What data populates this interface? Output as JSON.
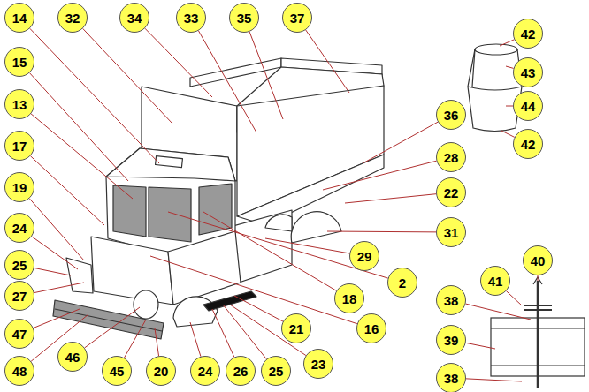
{
  "diagram": {
    "nodes": [
      {
        "text": [
          "14"
        ]
      },
      {
        "text": [
          "32"
        ]
      },
      {
        "text": [
          "34"
        ]
      },
      {
        "text": [
          "33"
        ]
      },
      {
        "text": [
          "35"
        ]
      },
      {
        "text": [
          "37"
        ]
      },
      {
        "text": [
          "42"
        ]
      },
      {
        "text": [
          "15"
        ]
      },
      {
        "text": [
          "43"
        ]
      },
      {
        "text": [
          "13"
        ]
      },
      {
        "text": [
          "44"
        ]
      },
      {
        "text": [
          "36"
        ]
      },
      {
        "text": [
          "42"
        ]
      },
      {
        "text": [
          "17"
        ]
      },
      {
        "text": [
          "28"
        ]
      },
      {
        "text": [
          "19"
        ]
      },
      {
        "text": [
          "22"
        ]
      },
      {
        "text": [
          "24"
        ]
      },
      {
        "text": [
          "31"
        ]
      },
      {
        "text": [
          "29"
        ]
      },
      {
        "text": [
          "40"
        ]
      },
      {
        "text": [
          "25"
        ]
      },
      {
        "text": [
          "41"
        ]
      },
      {
        "text": [
          "2"
        ]
      },
      {
        "text": [
          "27"
        ]
      },
      {
        "text": [
          "18"
        ]
      },
      {
        "text": [
          "38"
        ]
      },
      {
        "text": [
          "21"
        ]
      },
      {
        "text": [
          "16"
        ]
      },
      {
        "text": [
          "47"
        ]
      },
      {
        "text": [
          "39"
        ]
      },
      {
        "text": [
          "46"
        ]
      },
      {
        "text": [
          "23"
        ]
      },
      {
        "text": [
          "48"
        ]
      },
      {
        "text": [
          "45"
        ]
      },
      {
        "text": [
          "20"
        ]
      },
      {
        "text": [
          "24"
        ]
      },
      {
        "text": [
          "26"
        ]
      },
      {
        "text": [
          "25"
        ]
      },
      {
        "text": [
          "38"
        ]
      }
    ]
  }
}
